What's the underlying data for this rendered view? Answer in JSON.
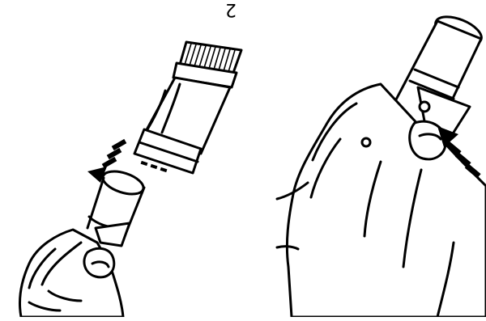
{
  "figure": {
    "step_label": "2",
    "background": "#ffffff",
    "ink": "#000000"
  },
  "panels": [
    {
      "name": "attach-nozzle",
      "arrow_direction": "down-left"
    },
    {
      "name": "press-release-clip",
      "arrow_direction": "up-left"
    }
  ]
}
